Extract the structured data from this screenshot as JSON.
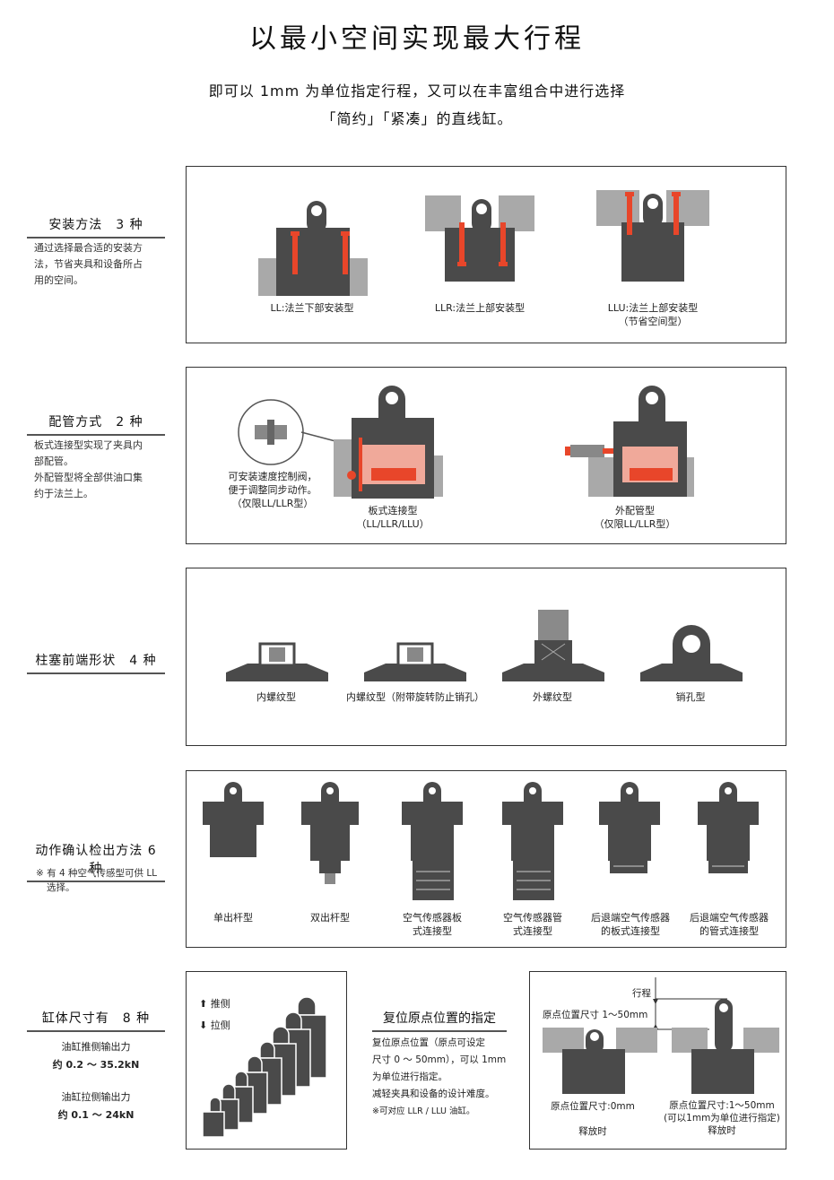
{
  "title": "以最小空间实现最大行程",
  "subtitle_1": "即可以 1mm 为单位指定行程，又可以在丰富组合中进行选择",
  "subtitle_2": "「简约」「紧凑」的直线缸。",
  "colors": {
    "accent": "#e8462a",
    "dark": "#4a4a4a",
    "mid": "#8a8a8a",
    "light": "#b3b3b3"
  },
  "mounting": {
    "head": "安装方法　3 种",
    "desc": [
      "通过选择最合适的安装方",
      "法，节省夹具和设备所占",
      "用的空间。"
    ],
    "items": [
      {
        "label": "LL:法兰下部安装型",
        "note": ""
      },
      {
        "label": "LLR:法兰上部安装型",
        "note": ""
      },
      {
        "label": "LLU:法兰上部安装型",
        "note": "（节省空间型）"
      }
    ]
  },
  "piping": {
    "head": "配管方式　2 种",
    "desc": [
      "板式连接型实现了夹具内",
      "部配管。",
      "外配管型将全部供油口集",
      "约于法兰上。"
    ],
    "valve_note": [
      "可安装速度控制阀，",
      "便于调整同步动作。",
      "（仅限LL/LLR型）"
    ],
    "items": [
      {
        "label": "板式连接型",
        "note": "（LL/LLR/LLU）"
      },
      {
        "label": "外配管型",
        "note": "（仅限LL/LLR型）"
      }
    ]
  },
  "rod_end": {
    "head": "柱塞前端形状　4 种",
    "items": [
      "内螺纹型",
      "内螺纹型（附带旋转防止销孔）",
      "外螺纹型",
      "销孔型"
    ]
  },
  "detection": {
    "head": "动作确认检出方法 6 种",
    "note": [
      "※ 有 4 种空气传感型可供 LL",
      "选择。"
    ],
    "items": [
      [
        "单出杆型",
        ""
      ],
      [
        "双出杆型",
        ""
      ],
      [
        "空气传感器板",
        "式连接型"
      ],
      [
        "空气传感器管",
        "式连接型"
      ],
      [
        "后退端空气传感器",
        "的板式连接型"
      ],
      [
        "后退端空气传感器",
        "的管式连接型"
      ]
    ]
  },
  "sizes": {
    "head": "缸体尺寸有　8 种",
    "push_label": "油缸推侧输出力",
    "push_value": "约 0.2 ～ 35.2kN",
    "pull_label": "油缸拉侧输出力",
    "pull_value": "约 0.1 ～ 24kN",
    "legend_push": "推侧",
    "legend_pull": "拉侧"
  },
  "origin": {
    "head": "复位原点位置的指定",
    "body": [
      "复位原点位置（原点可设定",
      "尺寸 0 ～ 50mm），可以 1mm",
      "为单位进行指定。",
      "减轻夹具和设备的设计难度。"
    ],
    "note": "※可对应 LLR / LLU 油缸。",
    "stroke_label": "行程",
    "dim_label": "原点位置尺寸 1～50mm",
    "left_caption_1": "原点位置尺寸:0mm",
    "left_caption_2": "释放时",
    "right_caption_1": "原点位置尺寸:1～50mm",
    "right_caption_2": "(可以1mm为单位进行指定)",
    "right_caption_3": "释放时"
  }
}
